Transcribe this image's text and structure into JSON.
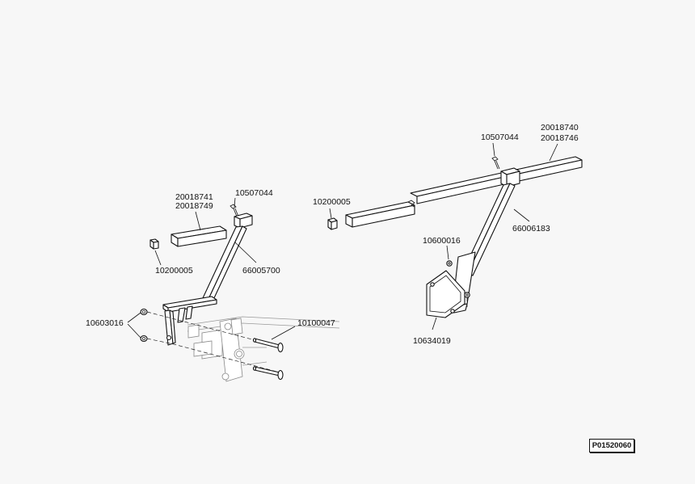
{
  "labels": {
    "l20018741": "20018741",
    "l20018749": "20018749",
    "l10507044_left": "10507044",
    "l10200005_left": "10200005",
    "l66005700": "66005700",
    "l10603016": "10603016",
    "l10100047": "10100047",
    "l10507044_right": "10507044",
    "l20018740": "20018740",
    "l20018746": "20018746",
    "l10200005_right": "10200005",
    "l66006183": "66006183",
    "l10600016": "10600016",
    "l10634019": "10634019"
  },
  "reference_code": "P01520060"
}
